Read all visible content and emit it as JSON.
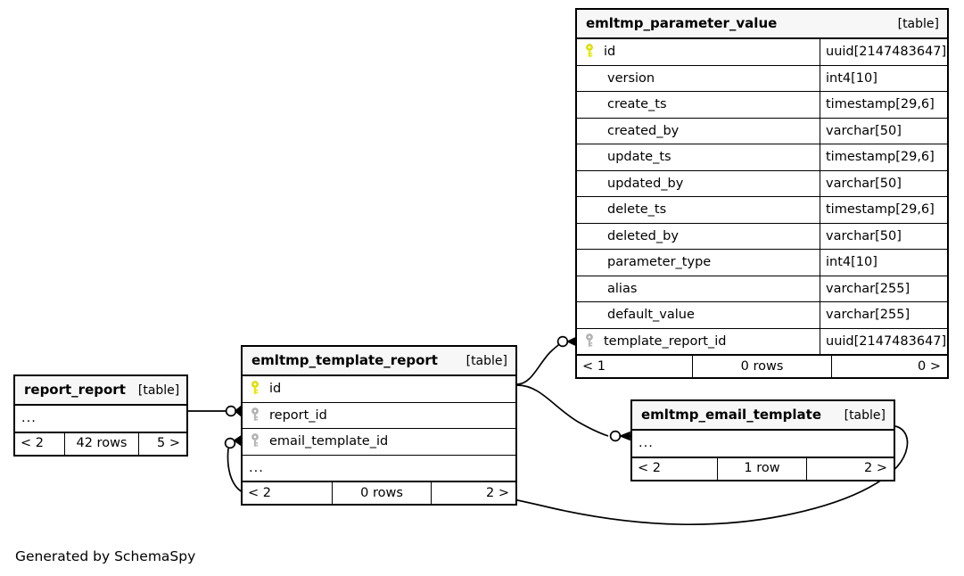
{
  "diagram": {
    "caption": "Generated by SchemaSpy",
    "table_tag": "[table]",
    "ellipsis": "...",
    "colors": {
      "primary_key": "#e8e800",
      "foreign_key": "#b0b0b0",
      "border": "#000000",
      "header_bg": "#f7f7f7",
      "background": "#ffffff"
    }
  },
  "tables": {
    "parameter_value": {
      "name": "emltmp_parameter_value",
      "tag": "[table]",
      "columns": [
        {
          "label": "id",
          "type": "uuid[2147483647]",
          "key": "primary"
        },
        {
          "label": "version",
          "type": "int4[10]",
          "key": "none"
        },
        {
          "label": "create_ts",
          "type": "timestamp[29,6]",
          "key": "none"
        },
        {
          "label": "created_by",
          "type": "varchar[50]",
          "key": "none"
        },
        {
          "label": "update_ts",
          "type": "timestamp[29,6]",
          "key": "none"
        },
        {
          "label": "updated_by",
          "type": "varchar[50]",
          "key": "none"
        },
        {
          "label": "delete_ts",
          "type": "timestamp[29,6]",
          "key": "none"
        },
        {
          "label": "deleted_by",
          "type": "varchar[50]",
          "key": "none"
        },
        {
          "label": "parameter_type",
          "type": "int4[10]",
          "key": "none"
        },
        {
          "label": "alias",
          "type": "varchar[255]",
          "key": "none"
        },
        {
          "label": "default_value",
          "type": "varchar[255]",
          "key": "none"
        },
        {
          "label": "template_report_id",
          "type": "uuid[2147483647]",
          "key": "foreign"
        }
      ],
      "footer": {
        "left": "< 1",
        "middle": "0 rows",
        "right": "0 >"
      }
    },
    "template_report": {
      "name": "emltmp_template_report",
      "tag": "[table]",
      "columns": [
        {
          "label": "id",
          "type": "",
          "key": "primary"
        },
        {
          "label": "report_id",
          "type": "",
          "key": "foreign"
        },
        {
          "label": "email_template_id",
          "type": "",
          "key": "foreign"
        }
      ],
      "has_ellipsis_row": true,
      "footer": {
        "left": "< 2",
        "middle": "0 rows",
        "right": "2 >"
      }
    },
    "report_report": {
      "name": "report_report",
      "tag": "[table]",
      "columns": [],
      "has_ellipsis_row": true,
      "footer": {
        "left": "< 2",
        "middle": "42 rows",
        "right": "5 >"
      }
    },
    "email_template": {
      "name": "emltmp_email_template",
      "tag": "[table]",
      "columns": [],
      "has_ellipsis_row": true,
      "footer": {
        "left": "< 2",
        "middle": "1 row",
        "right": "2 >"
      }
    }
  },
  "relationships": [
    {
      "from": "template_report.id",
      "to": "parameter_value.template_report_id",
      "style": "zero-or-many"
    },
    {
      "from": "template_report.id",
      "to": "email_template",
      "style": "zero-or-many"
    },
    {
      "from": "report_report",
      "to": "template_report.report_id",
      "style": "zero-or-many"
    },
    {
      "from": "email_template",
      "to": "template_report.email_template_id",
      "style": "zero-or-many"
    }
  ]
}
